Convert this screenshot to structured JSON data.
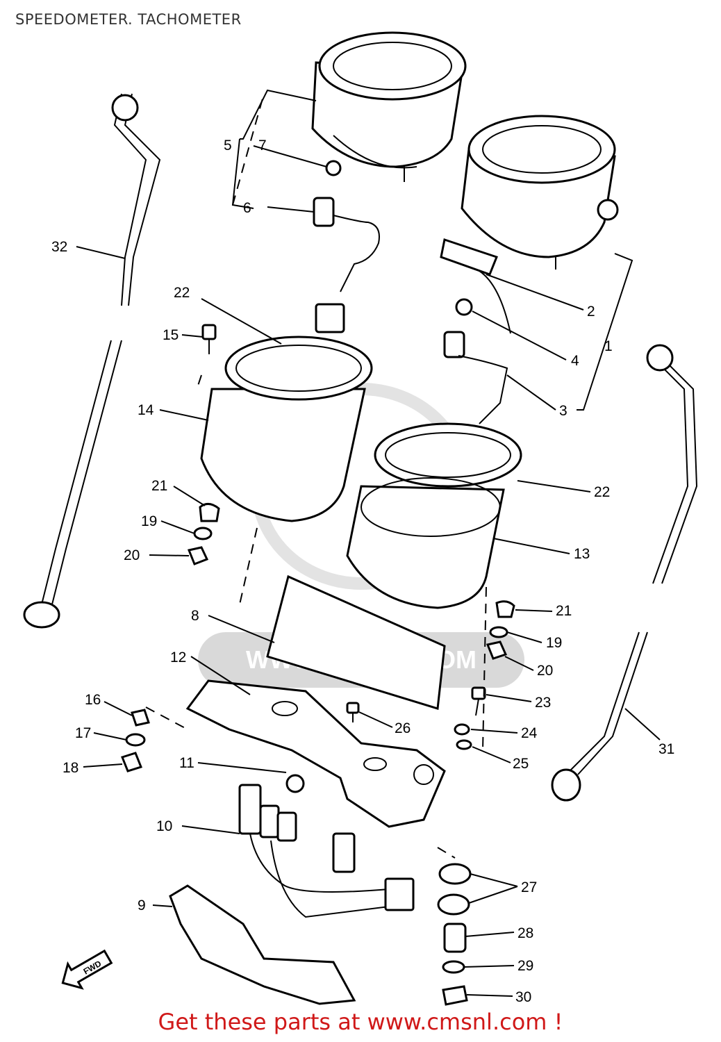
{
  "header": {
    "title": "SPEEDOMETER. TACHOMETER"
  },
  "watermark": {
    "text": "WWW.CMSNL.COM"
  },
  "footer": {
    "text": "Get these parts at www.cmsnl.com !",
    "color": "#d01818"
  },
  "fwd_label": "FWD",
  "callouts": [
    {
      "id": "c1",
      "text": "1"
    },
    {
      "id": "c2",
      "text": "2"
    },
    {
      "id": "c3",
      "text": "3"
    },
    {
      "id": "c4",
      "text": "4"
    },
    {
      "id": "c5",
      "text": "5"
    },
    {
      "id": "c6",
      "text": "6"
    },
    {
      "id": "c7",
      "text": "7"
    },
    {
      "id": "c8",
      "text": "8"
    },
    {
      "id": "c9",
      "text": "9"
    },
    {
      "id": "c10",
      "text": "10"
    },
    {
      "id": "c11",
      "text": "11"
    },
    {
      "id": "c12",
      "text": "12"
    },
    {
      "id": "c13",
      "text": "13"
    },
    {
      "id": "c14",
      "text": "14"
    },
    {
      "id": "c15",
      "text": "15"
    },
    {
      "id": "c16",
      "text": "16"
    },
    {
      "id": "c17",
      "text": "17"
    },
    {
      "id": "c18",
      "text": "18"
    },
    {
      "id": "c19a",
      "text": "19"
    },
    {
      "id": "c19b",
      "text": "19"
    },
    {
      "id": "c20a",
      "text": "20"
    },
    {
      "id": "c20b",
      "text": "20"
    },
    {
      "id": "c21a",
      "text": "21"
    },
    {
      "id": "c21b",
      "text": "21"
    },
    {
      "id": "c22a",
      "text": "22"
    },
    {
      "id": "c22b",
      "text": "22"
    },
    {
      "id": "c23",
      "text": "23"
    },
    {
      "id": "c24",
      "text": "24"
    },
    {
      "id": "c25",
      "text": "25"
    },
    {
      "id": "c26",
      "text": "26"
    },
    {
      "id": "c27",
      "text": "27"
    },
    {
      "id": "c28",
      "text": "28"
    },
    {
      "id": "c29",
      "text": "29"
    },
    {
      "id": "c30",
      "text": "30"
    },
    {
      "id": "c31",
      "text": "31"
    },
    {
      "id": "c32",
      "text": "32"
    }
  ]
}
